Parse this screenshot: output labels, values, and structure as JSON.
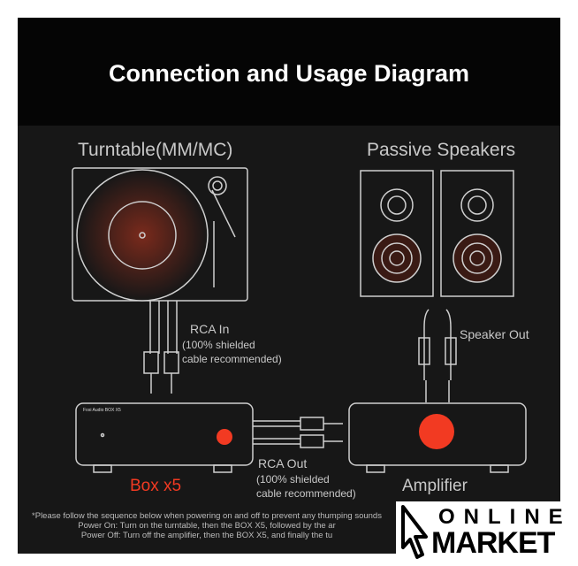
{
  "title": "Connection and Usage Diagram",
  "labels": {
    "turntable": "Turntable(MM/MC)",
    "speakers": "Passive Speakers",
    "rca_in": "RCA In",
    "rca_in_note1": "(100% shielded",
    "rca_in_note2": "cable recommended)",
    "speaker_out": "Speaker Out",
    "rca_out": "RCA Out",
    "rca_out_note1": "(100% shielded",
    "rca_out_note2": "cable recommended)",
    "box": "Box x5",
    "amplifier": "Amplifier",
    "brand": "Fosi Audio BOX X5"
  },
  "notes": [
    "*Please follow the sequence below when powering on and off to prevent any thumping sounds",
    "Power On: Turn on the turntable, then the BOX X5, followed by the ar",
    "Power Off: Turn off the amplifier, then the BOX X5, and finally the tu"
  ],
  "watermark": {
    "line1": "ONLINE",
    "line2": "MARKET"
  },
  "colors": {
    "accent": "#f23a22",
    "line": "#cfcfcf"
  }
}
